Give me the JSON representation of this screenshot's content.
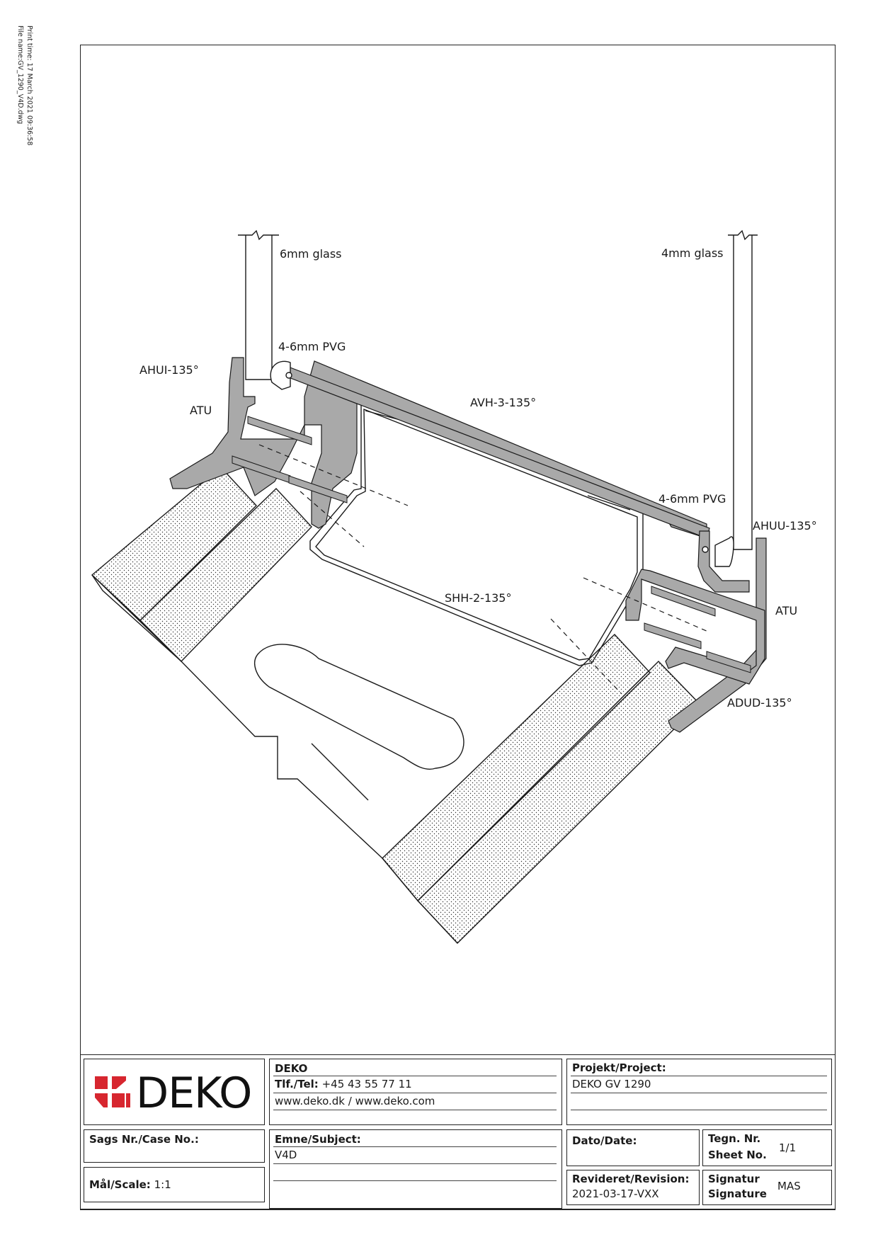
{
  "side_meta": {
    "print_time": "Print time: 17 March 2021 09:36:58",
    "file_name": "File name:GV_1290_V4D.dwg"
  },
  "labels": {
    "glass_left": "6mm glass",
    "glass_right": "4mm glass",
    "pvg_left": "4-6mm PVG",
    "pvg_right": "4-6mm PVG",
    "ahui": "AHUI-135°",
    "ahuu": "AHUU-135°",
    "atu_left": "ATU",
    "atu_right": "ATU",
    "avh": "AVH-3-135°",
    "shh": "SHH-2-135°",
    "adud": "ADUD-135°"
  },
  "title_block": {
    "company": "DEKO",
    "logo_text": "DEKO",
    "tel_label": "Tlf./Tel:",
    "tel_value": "+45 43 55 77 11",
    "web": "www.deko.dk / www.deko.com",
    "project_label": "Projekt/Project:",
    "project_value": "DEKO GV 1290",
    "case_label": "Sags Nr./Case No.:",
    "subject_label": "Emne/Subject:",
    "subject_value": "V4D",
    "date_label": "Dato/Date:",
    "sheet_label_1": "Tegn. Nr.",
    "sheet_label_2": "Sheet No.",
    "sheet_value": "1/1",
    "scale_label": "Mål/Scale:",
    "scale_value": "1:1",
    "revision_label": "Revideret/Revision:",
    "revision_value": "2021-03-17-VXX",
    "signature_label_1": "Signatur",
    "signature_label_2": "Signature",
    "signature_value": "MAS"
  },
  "colors": {
    "profile_fill": "#a9a9a9",
    "line": "#1a1a1a",
    "logo_red": "#d7262f"
  }
}
